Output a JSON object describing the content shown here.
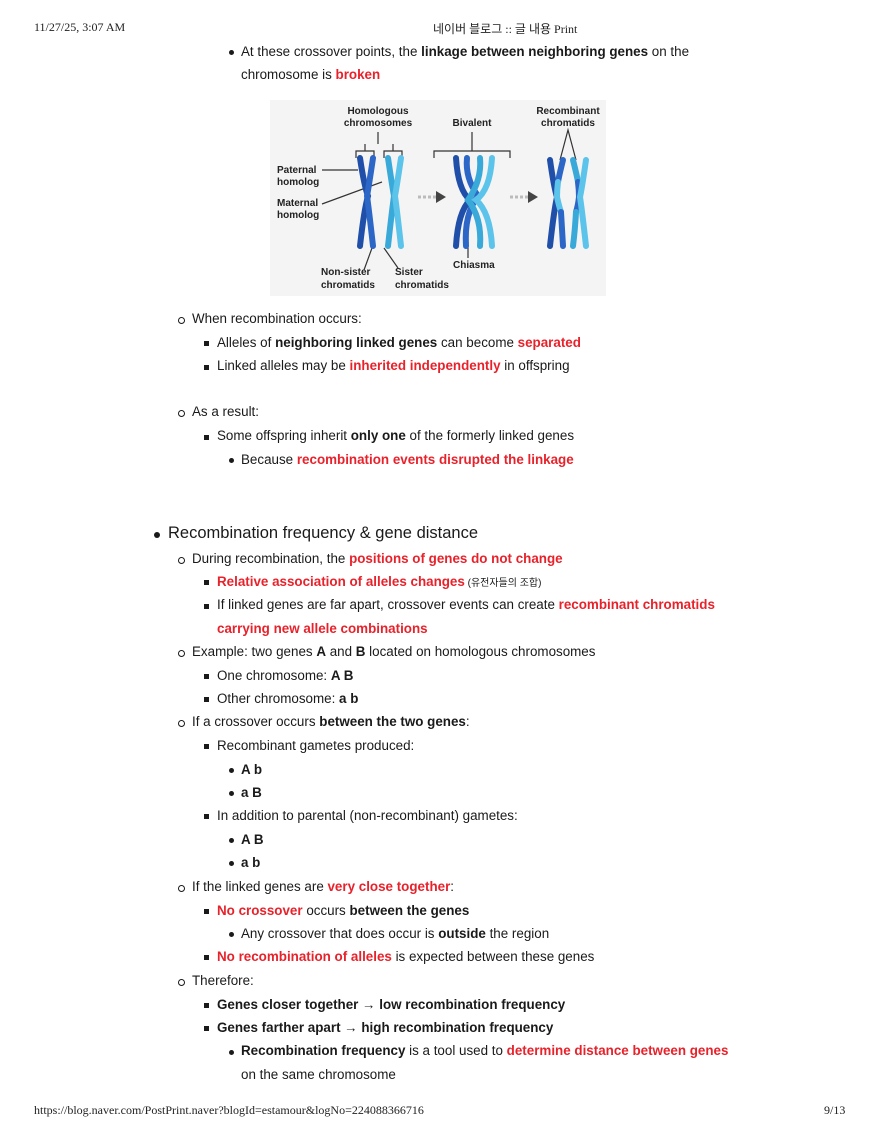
{
  "header": {
    "datetime": "11/27/25, 3:07 AM",
    "title": "네이버 블로그 :: 글 내용 Print"
  },
  "footer": {
    "url": "https://blog.naver.com/PostPrint.naver?blogId=estamour&logNo=224088366716",
    "page": "9/13"
  },
  "intro": {
    "pre": "At these crossover points, the ",
    "bold": "linkage between neighboring genes",
    "post": " on the",
    "line2_pre": "chromosome is ",
    "line2_red": "broken"
  },
  "figure": {
    "homologous": [
      "Homologous",
      "chromosomes"
    ],
    "bivalent": "Bivalent",
    "recombinant": [
      "Recombinant",
      "chromatids"
    ],
    "paternal": [
      "Paternal",
      "homolog"
    ],
    "maternal": [
      "Maternal",
      "homolog"
    ],
    "nonsister": [
      "Non-sister",
      "chromatids"
    ],
    "sister": [
      "Sister",
      "chromatids"
    ],
    "chiasma": "Chiasma"
  },
  "when": {
    "label": "When recombination occurs:",
    "a_pre": "Alleles of ",
    "a_bold": "neighboring linked genes",
    "a_mid": " can become ",
    "a_red": "separated",
    "b_pre": "Linked alleles may be ",
    "b_red": "inherited independently",
    "b_post": " in offspring"
  },
  "result": {
    "label": "As a result:",
    "a_pre": "Some offspring inherit ",
    "a_bold": "only one",
    "a_post": " of the formerly linked genes",
    "b_pre": "Because ",
    "b_red": "recombination events disrupted the linkage"
  },
  "section": {
    "title": "Recombination frequency & gene distance",
    "during_pre": "During recombination, the ",
    "during_red": "positions of genes do not change",
    "rel_red": "Relative association of alleles changes",
    "rel_small": " (유전자들의 조합)",
    "far_pre": "If linked genes are far apart, crossover events can create ",
    "far_red1": "recombinant chromatids",
    "far_red2": "carrying new allele combinations",
    "ex_pre": "Example: two genes ",
    "ex_a": "A",
    "ex_and": " and ",
    "ex_b": "B",
    "ex_post": " located on homologous chromosomes",
    "one_pre": "One chromosome: ",
    "one_bold": "A B",
    "other_pre": "Other chromosome: ",
    "other_bold": "a b",
    "if_pre": "If a crossover occurs ",
    "if_bold": "between the two genes",
    "if_post": ":",
    "recomb_label": "Recombinant gametes produced:",
    "recomb_items": [
      "A b",
      "a B"
    ],
    "parental_label": "In addition to parental (non-recombinant) gametes:",
    "parental_items": [
      "A B",
      "a b"
    ],
    "close_pre": "If the linked genes are ",
    "close_red": "very close together",
    "close_post": ":",
    "nocross_red": "No crossover",
    "nocross_mid": " occurs ",
    "nocross_bold": "between the genes",
    "outside_pre": "Any crossover that does occur is ",
    "outside_bold": "outside",
    "outside_post": " the region",
    "norecomb_red": "No recombination of alleles",
    "norecomb_post": " is expected between these genes",
    "therefore": "Therefore:",
    "closer": "Genes closer together → low recombination frequency",
    "farther": "Genes farther apart → high recombination frequency",
    "tool_bold": "Recombination frequency",
    "tool_mid": " is a tool used to ",
    "tool_red": "determine distance between genes",
    "tool_line2": "on the same chromosome"
  }
}
